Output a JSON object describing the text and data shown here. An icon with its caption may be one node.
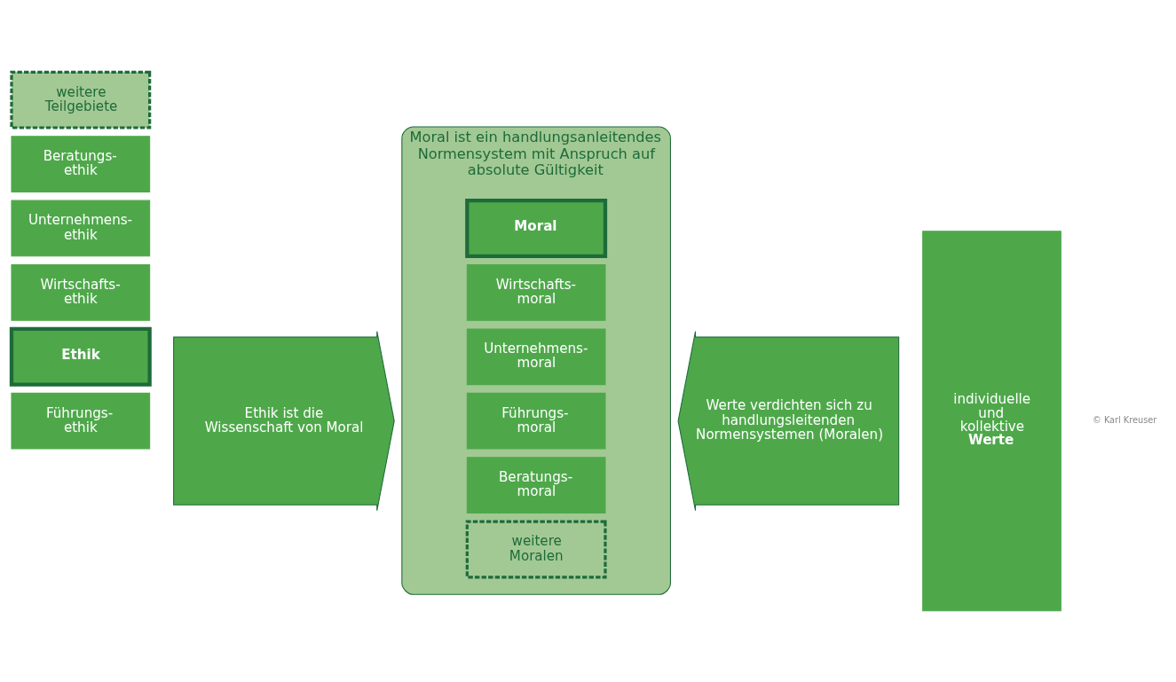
{
  "diagram": {
    "nodes": [
      {
        "text": [
          "Ethik"
        ]
      },
      {
        "text": [
          "Wirtschafts- ethik"
        ]
      },
      {
        "text": [
          "Unternehmens- ethik"
        ]
      },
      {
        "text": [
          "Führungs- ethik"
        ]
      },
      {
        "text": [
          "Beratungs- ethik"
        ]
      },
      {
        "text": [
          "weitere Teilgebiete"
        ]
      },
      {
        "text": [
          "Ethik ist die Wissenschaft von Moral"
        ]
      },
      {
        "text": [
          "Moral ist ein handlungsanleitendes Normensystem mit Anspruch auf absolute Gültigkeit"
        ]
      },
      {
        "text": [
          "Moral"
        ],
        "in": 7
      },
      {
        "text": [
          "Wirtschafts- moral"
        ],
        "in": 7
      },
      {
        "text": [
          "Unternehmens- moral"
        ],
        "in": 7
      },
      {
        "text": [
          "Führungs- moral"
        ],
        "in": 7
      },
      {
        "text": [
          "Beratungs- moral"
        ],
        "in": 7
      },
      {
        "text": [
          "weitere Moralen"
        ],
        "in": 7
      },
      {
        "text": [
          "Werte verdichten sich zu handlungsleitenden Normensystemen (Moralen)"
        ]
      },
      {
        "text": [
          "individuelle und kollektive **Werte**"
        ]
      }
    ],
    "labels": [
      "© Karl Kreuser"
    ]
  }
}
